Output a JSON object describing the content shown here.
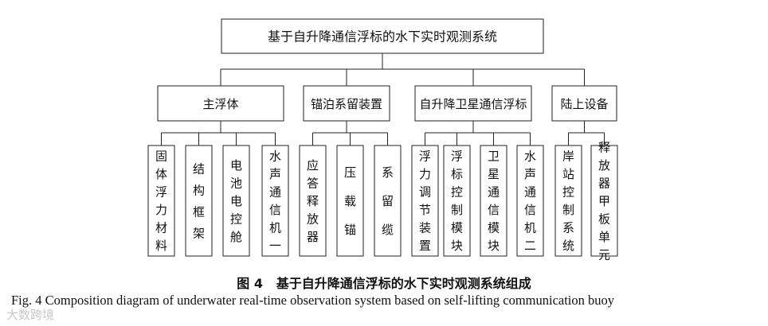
{
  "root": "基于自升降通信浮标的水下实时观测系统",
  "branches": [
    {
      "label": "主浮体",
      "children": [
        "固体浮力材料",
        "结构框架",
        "电池电控舱",
        "水声通信机一"
      ]
    },
    {
      "label": "锚泊系留装置",
      "children": [
        "应答释放器",
        "压载锚",
        "系留缆"
      ]
    },
    {
      "label": "自升降卫星通信浮标",
      "children": [
        "浮力调节装置",
        "浮标控制模块",
        "卫星通信模块",
        "水声通信机二"
      ]
    },
    {
      "label": "陆上设备",
      "children": [
        "岸站控制系统",
        "释放器甲板单元"
      ]
    }
  ],
  "caption": {
    "cn_prefix": "图 4",
    "cn_title": "基于自升降通信浮标的水下实时观测系统组成",
    "en": "Fig. 4    Composition diagram of underwater real-time observation system based on self-lifting communication buoy"
  },
  "watermark": "大数跨境"
}
